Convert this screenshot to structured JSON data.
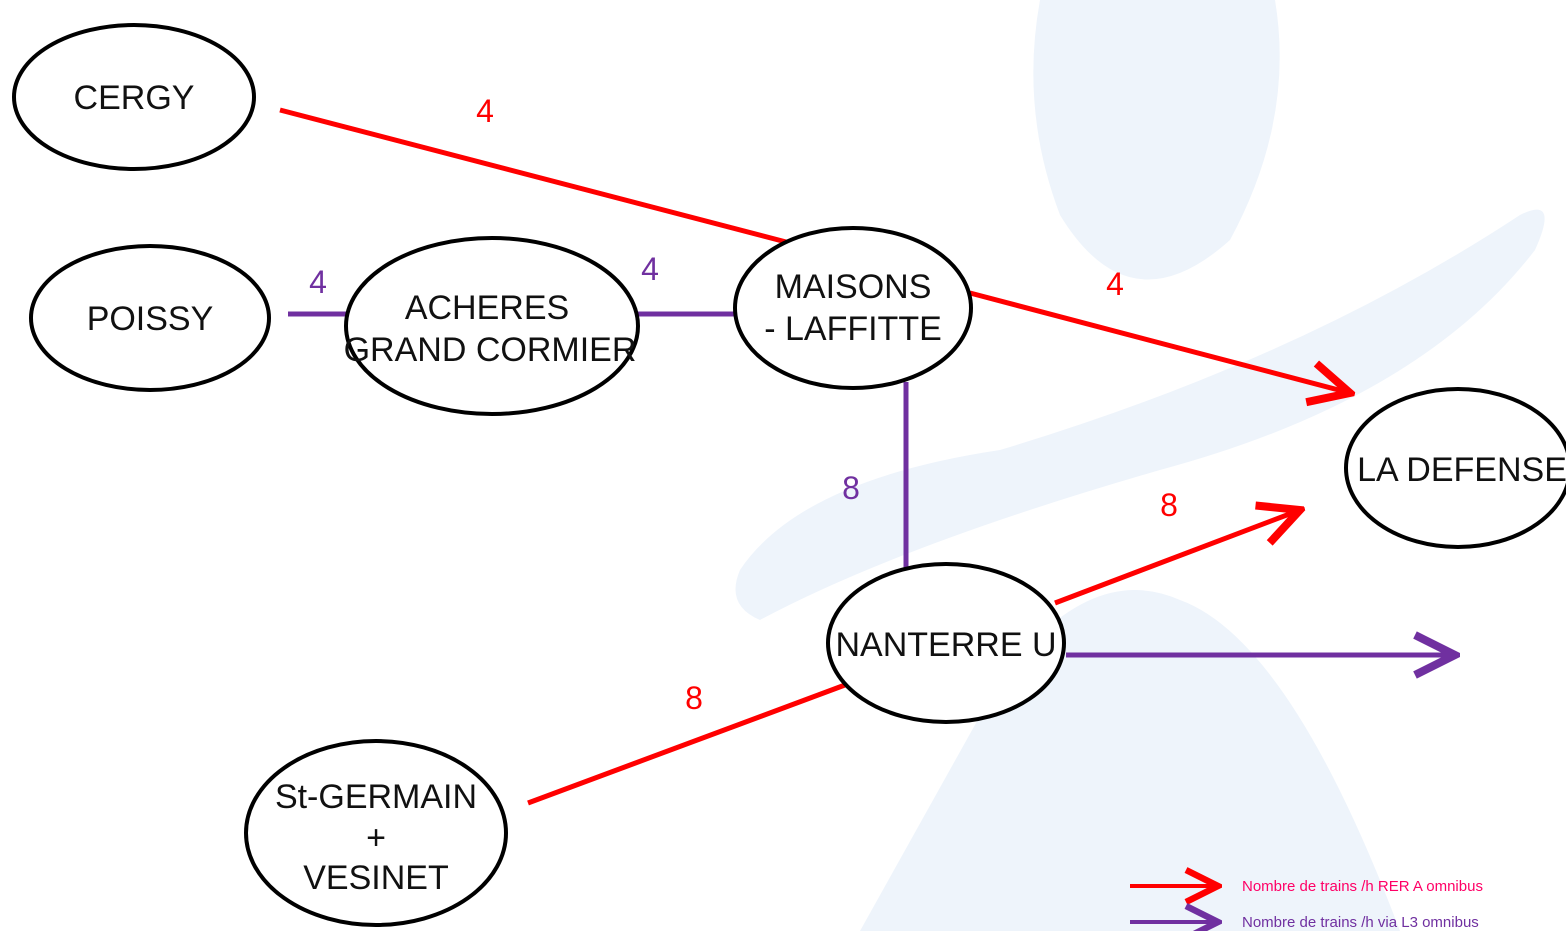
{
  "colors": {
    "rer_a": "#ff0000",
    "l3": "#7030a0",
    "legend_rer_a_text": "#ff0066",
    "legend_l3_text": "#7030a0",
    "watermark": "#eef4fb",
    "node_stroke": "#000000",
    "node_fill": "#ffffff"
  },
  "watermark_icon": "stylized-person-logo",
  "nodes": {
    "cergy": "CERGY",
    "poissy": "POISSY",
    "acheres_line1": "ACHERES",
    "acheres_line2": "GRAND CORMIER",
    "maisons_line1": "MAISONS",
    "maisons_line2": "- LAFFITTE",
    "la_defense": "LA DEFENSE",
    "nanterre": "NANTERRE U",
    "st_germain_line1": "St-GERMAIN",
    "st_germain_line2": "+",
    "st_germain_line3": "VESINET"
  },
  "edges": {
    "cergy_maisons": "4",
    "poissy_acheres": "4",
    "acheres_maisons": "4",
    "maisons_defense": "4",
    "maisons_nanterre": "8",
    "nanterre_defense": "8",
    "stgermain_nanterre": "8"
  },
  "legend": {
    "rer_a": "Nombre de trains /h RER A omnibus",
    "l3": "Nombre de trains /h via L3 omnibus"
  }
}
